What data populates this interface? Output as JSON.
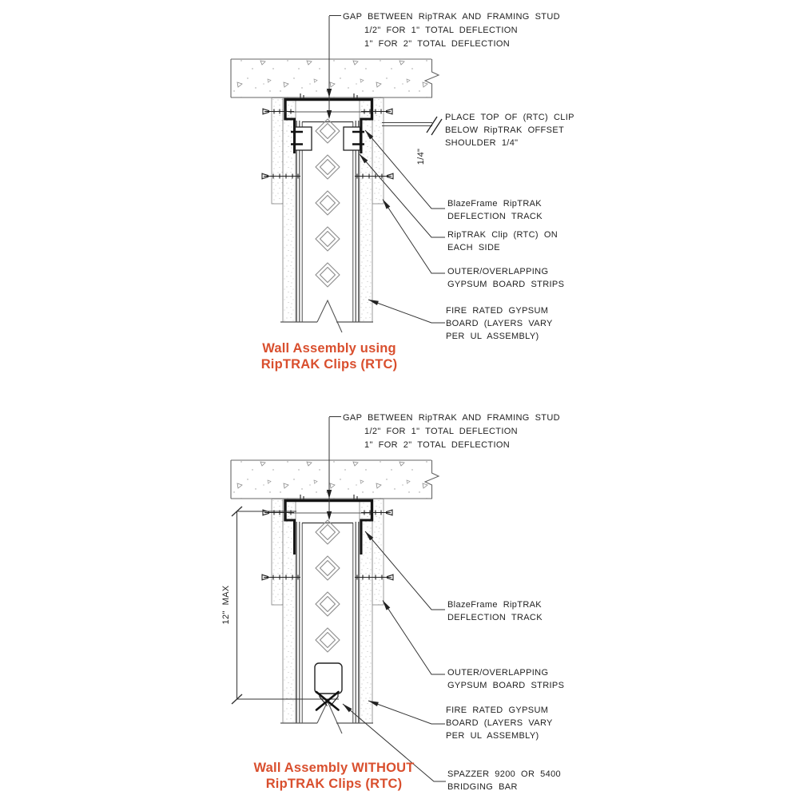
{
  "colors": {
    "line": "#2a2a2a",
    "board_edge": "#8f8f8f",
    "title_accent": "#d94f2e",
    "background": "#ffffff"
  },
  "top": {
    "gap_note": [
      "GAP BETWEEN RipTRAK AND FRAMING STUD",
      "1/2\" FOR 1\" TOTAL DEFLECTION",
      "1\" FOR 2\" TOTAL DEFLECTION"
    ],
    "shoulder_note": [
      "PLACE TOP OF (RTC) CLIP",
      "BELOW RipTRAK OFFSET",
      "SHOULDER 1/4\""
    ],
    "shoulder_dim": "1/4\"",
    "track_label": [
      "BlazeFrame RipTRAK",
      "DEFLECTION TRACK"
    ],
    "clip_label": [
      "RipTRAK Clip (RTC) ON",
      "EACH SIDE"
    ],
    "outer_label": [
      "OUTER/OVERLAPPING",
      "GYPSUM BOARD STRIPS"
    ],
    "fire_label": [
      "FIRE RATED GYPSUM",
      "BOARD (LAYERS VARY",
      "PER UL ASSEMBLY)"
    ],
    "title": [
      "Wall Assembly using",
      "RipTRAK Clips (RTC)"
    ]
  },
  "bottom": {
    "gap_note": [
      "GAP BETWEEN RipTRAK AND FRAMING STUD",
      "1/2\" FOR 1\" TOTAL DEFLECTION",
      "1\" FOR 2\" TOTAL DEFLECTION"
    ],
    "height_dim": "12\" MAX",
    "track_label": [
      "BlazeFrame RipTRAK",
      "DEFLECTION TRACK"
    ],
    "outer_label": [
      "OUTER/OVERLAPPING",
      "GYPSUM BOARD STRIPS"
    ],
    "fire_label": [
      "FIRE RATED GYPSUM",
      "BOARD (LAYERS VARY",
      "PER UL ASSEMBLY)"
    ],
    "spazzer_label": [
      "SPAZZER 9200 OR 5400",
      "BRIDGING BAR"
    ],
    "title": [
      "Wall Assembly WITHOUT",
      "RipTRAK Clips (RTC)"
    ]
  }
}
